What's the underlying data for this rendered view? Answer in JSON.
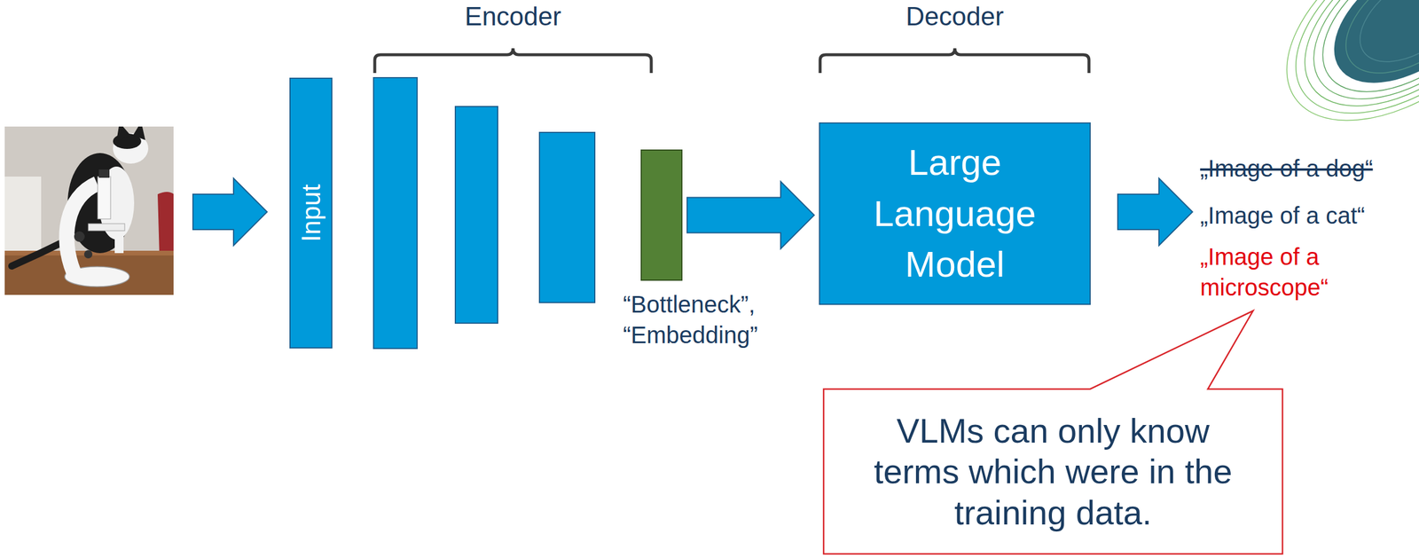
{
  "diagram": {
    "nodes": [
      {
        "text": [
          "Input"
        ]
      },
      {
        "text": [
          "“Bottleneck”, “Embedding”"
        ]
      },
      {
        "text": [
          "Large Language Model"
        ]
      },
      {
        "text": [
          "VLMs can only know terms which were in the training data."
        ]
      }
    ],
    "edges": [
      {
        "from": 1,
        "to": 2,
        "arrow": "to"
      }
    ],
    "labels": [
      "Encoder",
      "Decoder",
      "„Image of a dog“",
      "„Image of a cat“",
      "„Image of a microscope“"
    ]
  }
}
